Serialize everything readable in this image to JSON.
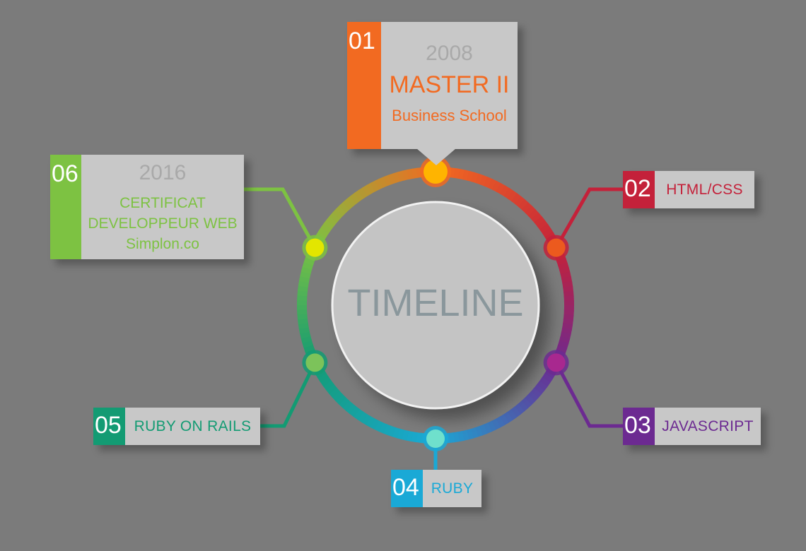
{
  "center": {
    "label": "TIMELINE",
    "color": "#8a979c"
  },
  "colors": {
    "orange": "#f26a21",
    "red": "#c4213a",
    "purple": "#6c2a91",
    "cyan": "#1aa9d6",
    "teal": "#139b73",
    "green": "#7dc242"
  },
  "milestones": [
    {
      "number": "01",
      "year": "2008",
      "title": "MASTER II",
      "subtitle": "Business School",
      "color": "#f26a21"
    },
    {
      "number": "02",
      "title": "HTML/CSS",
      "color": "#c4213a"
    },
    {
      "number": "03",
      "title": "JAVASCRIPT",
      "color": "#6c2a91"
    },
    {
      "number": "04",
      "title": "RUBY",
      "color": "#1aa9d6"
    },
    {
      "number": "05",
      "title": "RUBY ON RAILS",
      "color": "#139b73"
    },
    {
      "number": "06",
      "year": "2016",
      "lines": [
        "CERTIFICAT",
        "DEVELOPPEUR WEB",
        "Simplon.co"
      ],
      "color": "#7dc242"
    }
  ]
}
